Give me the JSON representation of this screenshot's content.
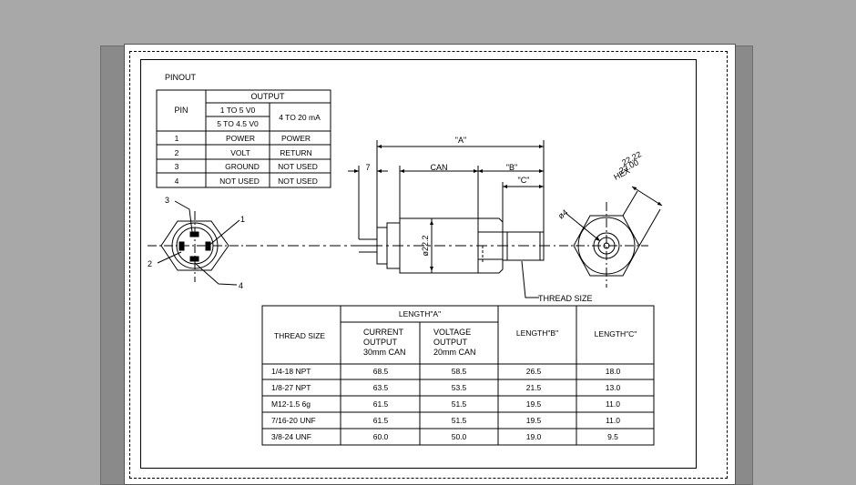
{
  "pinout": {
    "title": "PINOUT",
    "pin_header": "PIN",
    "output_header": "OUTPUT",
    "voltage_modes": [
      "1 TO 5 V0",
      "5 TO 4.5 V0"
    ],
    "current_mode": "4 TO 20 mA",
    "rows": [
      {
        "pin": "1",
        "voltage": "POWER",
        "current": "POWER"
      },
      {
        "pin": "2",
        "voltage": "VOLT",
        "current": "RETURN"
      },
      {
        "pin": "3",
        "voltage": "GROUND",
        "current": "NOT USED"
      },
      {
        "pin": "4",
        "voltage": "NOT USED",
        "current": "NOT USED"
      }
    ]
  },
  "connector_labels": [
    "1",
    "2",
    "3",
    "4"
  ],
  "dimensions": {
    "a": "\"A\"",
    "b": "\"B\"",
    "c": "\"C\"",
    "can": "CAN",
    "seven": "7",
    "diameter": "ø22.2",
    "hex_1": "22.22",
    "hex_2": "22.00",
    "hex_3": "HEX",
    "phi4": "ø4",
    "thread": "THREAD SIZE"
  },
  "length_table": {
    "thread_header": "THREAD SIZE",
    "length_a_header": "LENGTH\"A\"",
    "current_header": [
      "CURRENT",
      "OUTPUT",
      "30mm CAN"
    ],
    "voltage_header": [
      "VOLTAGE",
      "OUTPUT",
      "20mm CAN"
    ],
    "length_b_header": "LENGTH\"B\"",
    "length_c_header": "LENGTH\"C\"",
    "rows": [
      {
        "thread": "1/4-18 NPT",
        "current": "68.5",
        "voltage": "58.5",
        "b": "26.5",
        "c": "18.0"
      },
      {
        "thread": "1/8-27 NPT",
        "current": "63.5",
        "voltage": "53.5",
        "b": "21.5",
        "c": "13.0"
      },
      {
        "thread": "M12-1.5 6g",
        "current": "61.5",
        "voltage": "51.5",
        "b": "19.5",
        "c": "11.0"
      },
      {
        "thread": "7/16-20 UNF",
        "current": "61.5",
        "voltage": "51.5",
        "b": "19.5",
        "c": "11.0"
      },
      {
        "thread": "3/8-24 UNF",
        "current": "60.0",
        "voltage": "50.0",
        "b": "19.0",
        "c": "9.5"
      }
    ]
  }
}
